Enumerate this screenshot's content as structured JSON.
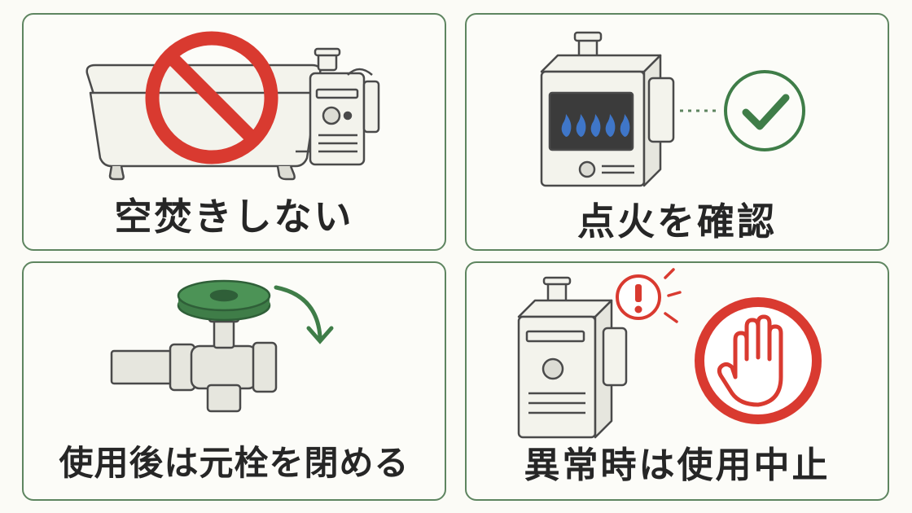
{
  "panels": [
    {
      "caption": "空焚きしない",
      "icons": [
        "bathtub-icon",
        "water-heater-icon",
        "prohibition-icon"
      ]
    },
    {
      "caption": "点火を確認",
      "icons": [
        "gas-heater-icon",
        "blue-flame-icon",
        "check-circle-icon"
      ]
    },
    {
      "caption": "使用後は元栓を閉める",
      "icons": [
        "gas-valve-icon",
        "clockwise-arrow-icon"
      ]
    },
    {
      "caption": "異常時は使用中止",
      "icons": [
        "water-heater-icon",
        "warning-exclamation-icon",
        "stop-hand-icon"
      ]
    }
  ],
  "colors": {
    "border": "#5e8560",
    "accent_green": "#3f7d48",
    "prohibit_red": "#d93a30",
    "flame_blue": "#3f76c8",
    "text": "#262626"
  }
}
